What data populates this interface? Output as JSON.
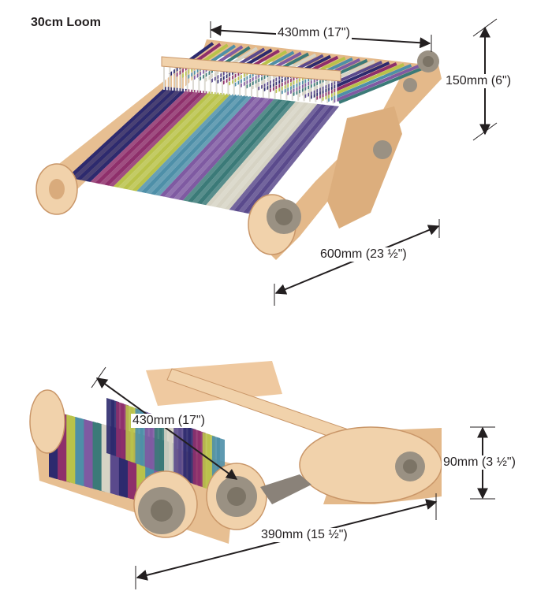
{
  "title": "30cm Loom",
  "colors": {
    "wood_light": "#f1d2ab",
    "wood_mid": "#e4b98a",
    "wood_dark": "#c99668",
    "knob": "#9a9183",
    "knob_dark": "#7c7466",
    "heddle": "#f2f2f0",
    "dimension_line": "#231f20"
  },
  "yarn_colors": [
    "#2d2a6e",
    "#8e2f6b",
    "#b9c24a",
    "#4e8fa8",
    "#7f5aa2",
    "#3b7a78",
    "#d6d3c4",
    "#5a4a8c"
  ],
  "icons": [
    "loom-unfolded",
    "loom-folded"
  ],
  "dimensions": {
    "top_width": "430mm (17\")",
    "top_height": "150mm (6\")",
    "top_depth": "600mm (23 ½\")",
    "folded_width": "430mm (17\")",
    "folded_height": "90mm (3 ½\")",
    "folded_depth": "390mm (15 ½\")"
  }
}
